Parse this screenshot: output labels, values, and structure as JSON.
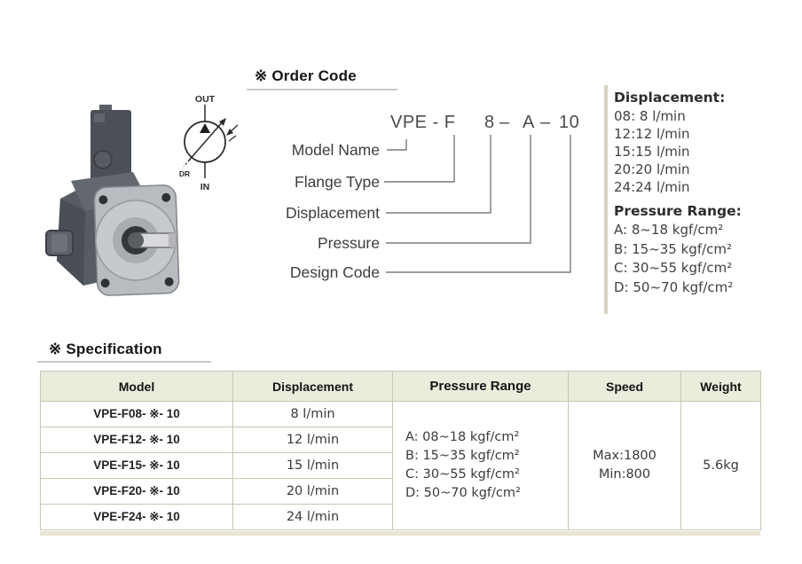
{
  "symbol": {
    "out": "OUT",
    "in": "IN",
    "dr": "DR"
  },
  "order_code": {
    "heading": "※ Order Code",
    "code_parts": [
      "VPE - F",
      "8",
      "–",
      "A",
      "–",
      "10"
    ],
    "labels": [
      "Model Name",
      "Flange Type",
      "Displacement",
      "Pressure",
      "Design Code"
    ]
  },
  "side_panel": {
    "displacement_title": "Displacement:",
    "displacement_items": [
      "08: 8 l/min",
      "12:12 l/min",
      "15:15 l/min",
      "20:20 l/min",
      "24:24 l/min"
    ],
    "pressure_title": "Pressure Range:",
    "pressure_items": [
      "A: 8~18 kgf/cm²",
      "B: 15~35 kgf/cm²",
      "C: 30~55 kgf/cm²",
      "D: 50~70 kgf/cm²"
    ]
  },
  "specification": {
    "heading": "※ Specification",
    "columns": [
      "Model",
      "Displacement",
      "Pressure Range",
      "Speed",
      "Weight"
    ],
    "rows": [
      {
        "model": "VPE-F08- ※- 10",
        "displacement": "8 l/min"
      },
      {
        "model": "VPE-F12- ※- 10",
        "displacement": "12 l/min"
      },
      {
        "model": "VPE-F15- ※- 10",
        "displacement": "15 l/min"
      },
      {
        "model": "VPE-F20- ※- 10",
        "displacement": "20 l/min"
      },
      {
        "model": "VPE-F24- ※- 10",
        "displacement": "24 l/min"
      }
    ],
    "pressure_range_lines": [
      "A: 08~18 kgf/cm²",
      "B: 15~35 kgf/cm²",
      "C: 30~55 kgf/cm²",
      "D: 50~70 kgf/cm²"
    ],
    "speed_lines": [
      "Max:1800",
      "Min:800"
    ],
    "weight": "5.6kg"
  },
  "colors": {
    "table_header_bg": "#ececdd",
    "table_border": "#c7c7b4",
    "accent_bar": "#d8d3c0",
    "heading_underline": "#c9c9c9"
  }
}
